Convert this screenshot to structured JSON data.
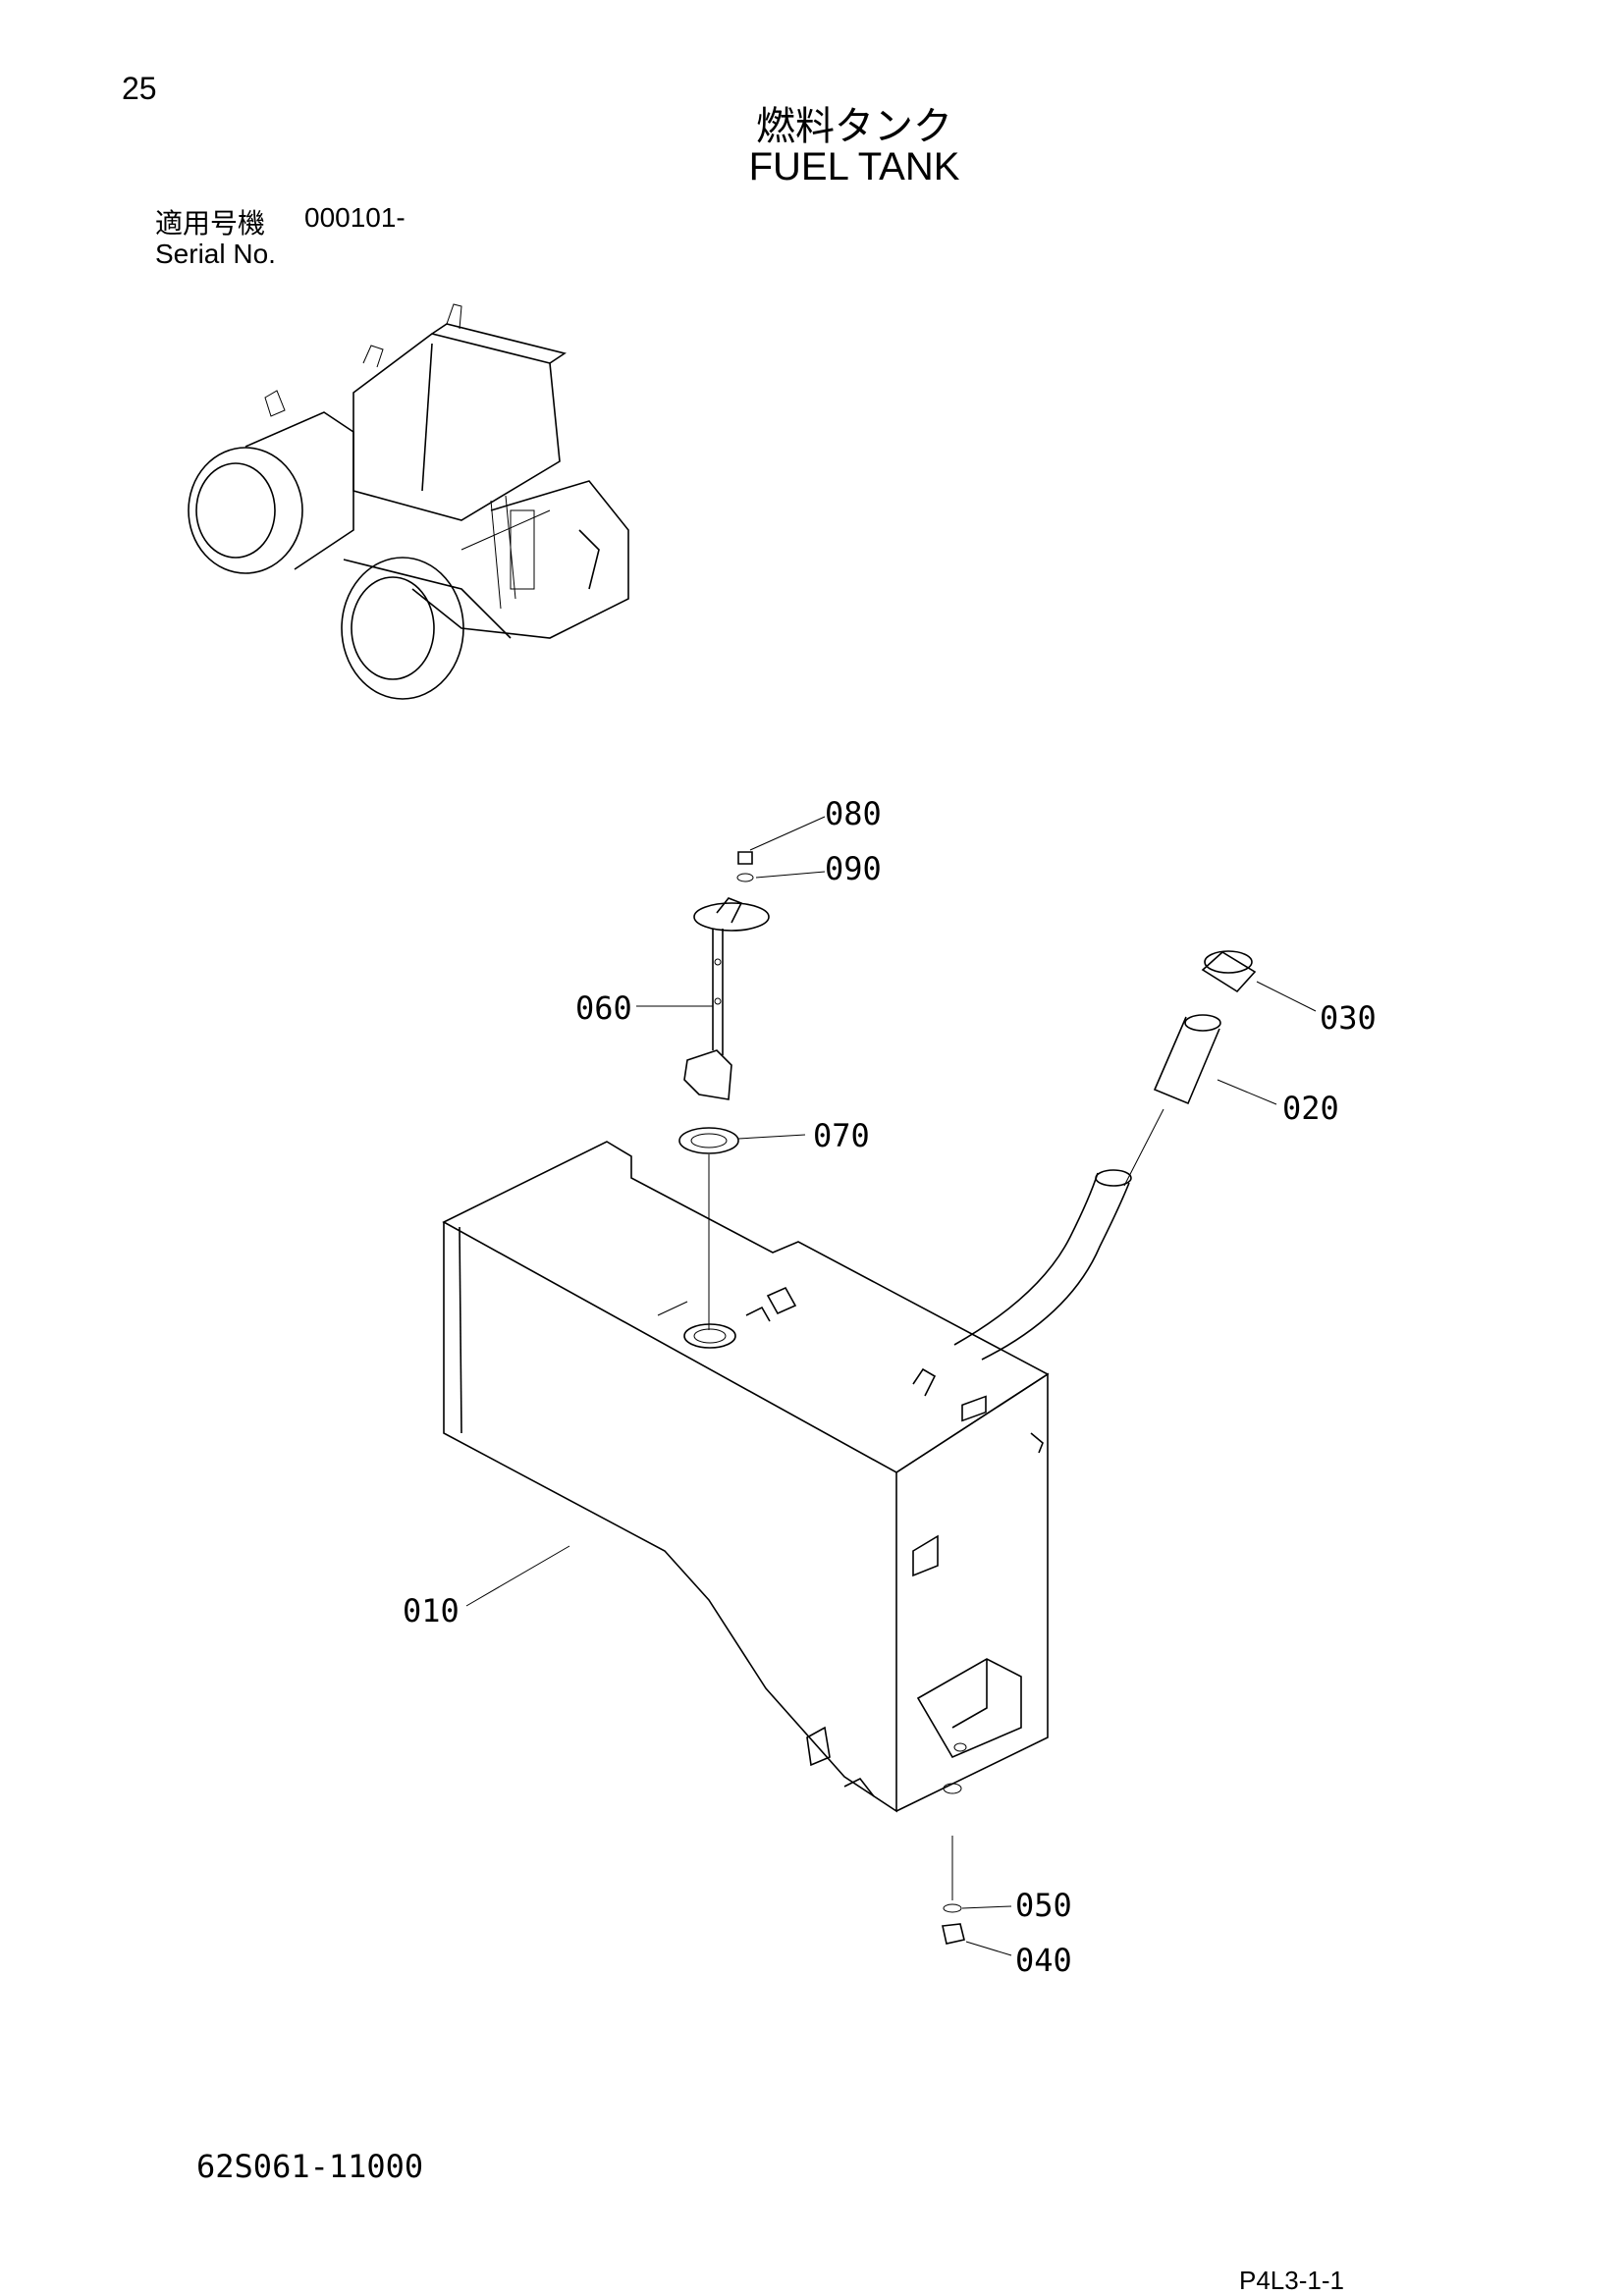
{
  "header": {
    "page_number": "25",
    "title_jp": "燃料タンク",
    "title_en": "FUEL TANK"
  },
  "serial": {
    "label_jp": "適用号機",
    "range": "000101-",
    "label_en": "Serial No."
  },
  "callouts": {
    "p080": "080",
    "p090": "090",
    "p060": "060",
    "p030": "030",
    "p020": "020",
    "p070": "070",
    "p010": "010",
    "p050": "050",
    "p040": "040"
  },
  "footer": {
    "doc_code": "62S061-11000",
    "page_ref": "P4L3-1-1"
  }
}
